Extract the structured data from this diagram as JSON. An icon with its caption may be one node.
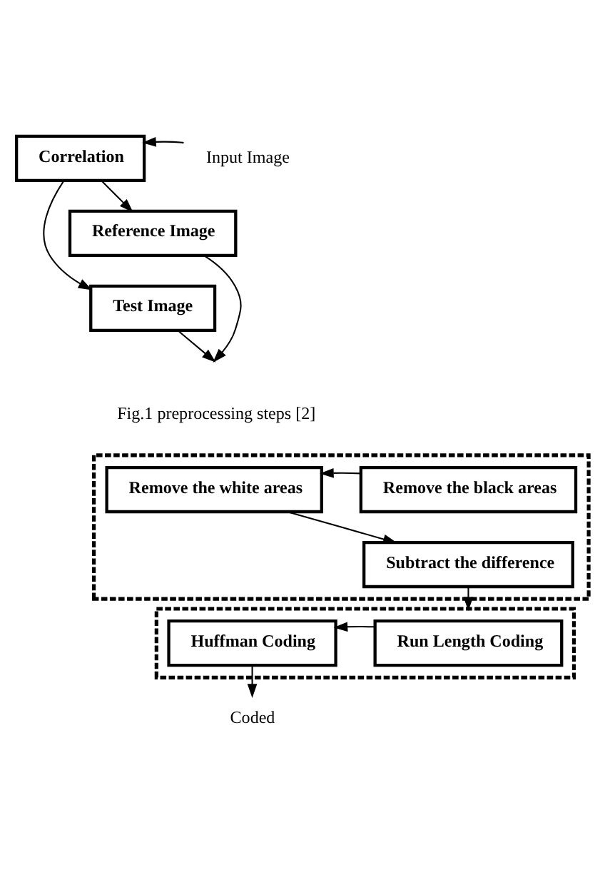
{
  "diagram": {
    "nodes": [
      {
        "text": [
          "Correlation"
        ]
      },
      {
        "text": [
          "Input Image"
        ]
      },
      {
        "text": [
          "Reference Image"
        ]
      },
      {
        "text": [
          "Test Image"
        ]
      },
      {
        "text": [],
        "shape": "box"
      },
      {
        "text": [
          "Remove the white areas"
        ],
        "in": 4
      },
      {
        "text": [
          "Remove the black areas"
        ],
        "in": 4
      },
      {
        "text": [
          "Subtract the difference"
        ],
        "in": 4
      },
      {
        "text": [],
        "shape": "box"
      },
      {
        "text": [
          "Huffman Coding"
        ],
        "in": 8
      },
      {
        "text": [
          "Run Length Coding"
        ],
        "in": 8
      },
      {
        "text": [
          "Coded"
        ]
      }
    ],
    "edges": [
      {
        "from": 1,
        "to": 0,
        "arrow": "to"
      },
      {
        "from": 0,
        "to": 2,
        "arrow": "to"
      },
      {
        "from": 0,
        "to": 3,
        "arrow": "to"
      },
      {
        "from": 2,
        "to": null,
        "arrow": "to"
      },
      {
        "from": 3,
        "to": null,
        "arrow": "to"
      },
      {
        "from": 6,
        "to": 5,
        "arrow": "to"
      },
      {
        "from": 5,
        "to": 7,
        "arrow": "to"
      },
      {
        "from": 7,
        "to": 8,
        "arrow": "to"
      },
      {
        "from": 10,
        "to": 9,
        "arrow": "to"
      },
      {
        "from": 9,
        "to": 11,
        "arrow": "to"
      }
    ],
    "labels": [
      "Fig.1 preprocessing steps [2]"
    ]
  }
}
